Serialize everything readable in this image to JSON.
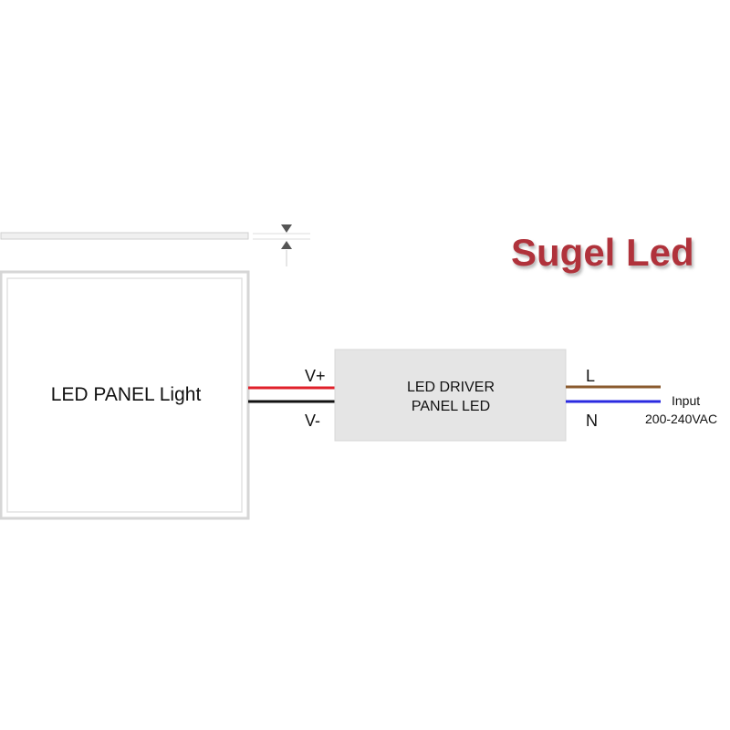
{
  "brand": {
    "name": "Sugel Led",
    "color": "#b0323a"
  },
  "panel": {
    "label": "LED PANEL Light"
  },
  "driver": {
    "line1": "LED DRIVER",
    "line2": "PANEL LED"
  },
  "output_wires": {
    "positive_label": "V+",
    "negative_label": "V-",
    "positive_color": "#e0202a",
    "negative_color": "#111111"
  },
  "input_wires": {
    "live_label": "L",
    "neutral_label": "N",
    "live_color": "#8a5a2e",
    "neutral_color": "#2a2ae0"
  },
  "input": {
    "label": "Input",
    "voltage": "200-240VAC"
  }
}
